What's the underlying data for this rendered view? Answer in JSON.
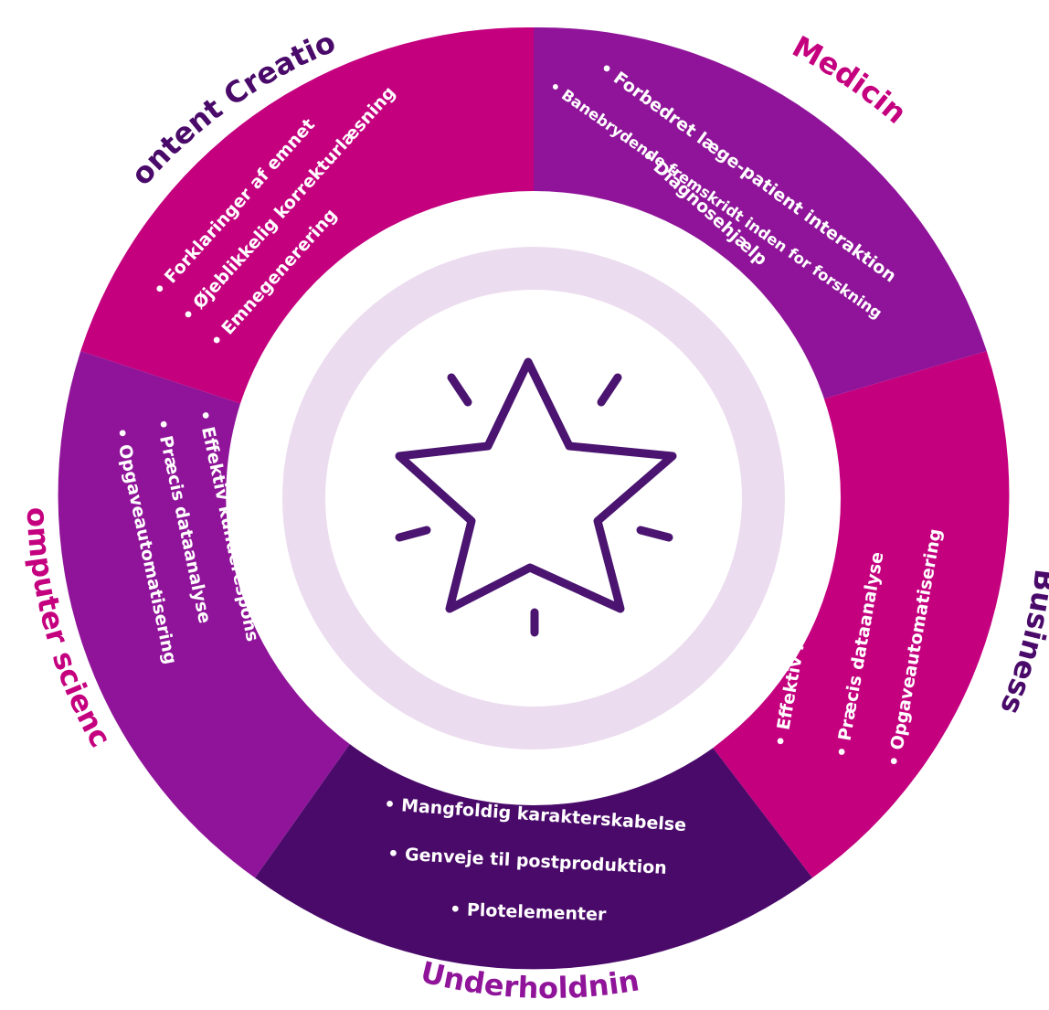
{
  "colors": {
    "magenta": "#c4007f",
    "purple": "#8f1499",
    "dark_purple": "#4a0a6a",
    "label_purple": "#4a0a6a",
    "label_magenta": "#c4007f",
    "inner_ring": "#ecdcef",
    "icon_stroke": "#4a1470"
  },
  "center_icon": "sparkling-star-icon",
  "segments": [
    {
      "key": "content-creation",
      "title": "Content Creation",
      "items": [
        "Forklaringer af emnet",
        "Øjeblikkelig korrekturlæsning",
        "Emnegenerering"
      ]
    },
    {
      "key": "medicin",
      "title": "Medicin",
      "items": [
        "Forbedret læge-patient interaktion",
        "Banebrydende fremskridt inden for forskning",
        "Diagnosehjælp"
      ]
    },
    {
      "key": "business",
      "title": "Business",
      "items": [
        "Effektiv kunderespons",
        "Præcis dataanalyse",
        "Opgaveautomatisering"
      ]
    },
    {
      "key": "underholdning",
      "title": "Underholdning",
      "items": [
        "Mangfoldig karakterskabelse",
        "Genveje til postproduktion",
        "Plotelementer"
      ]
    },
    {
      "key": "computer-science",
      "title": "Computer science",
      "items": [
        "Effektiv kunderespons",
        "Præcis dataanalyse",
        "Opgaveautomatisering"
      ]
    }
  ]
}
